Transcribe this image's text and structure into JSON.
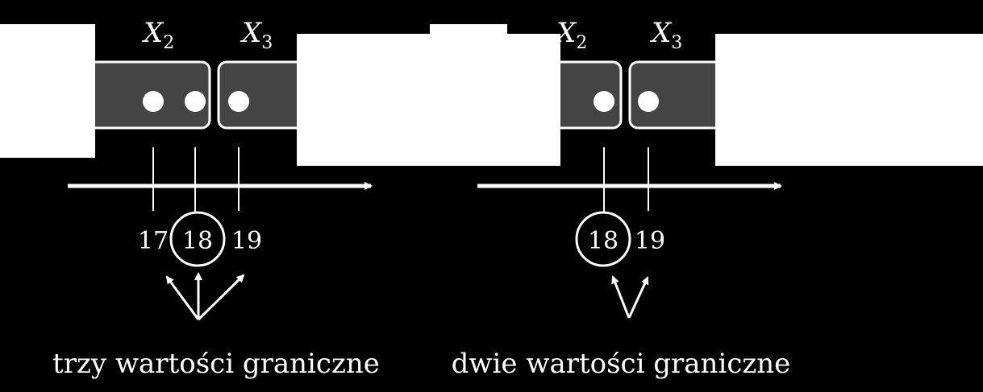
{
  "colors": {
    "background": "#000000",
    "panel": "#ffffff",
    "partition": "#444444",
    "stroke": "#ffffff",
    "dot": "#ffffff"
  },
  "left": {
    "partitions": [
      {
        "label_base": "X",
        "label_sub": "2",
        "dots": 2
      },
      {
        "label_base": "X",
        "label_sub": "3",
        "dots": 1
      }
    ],
    "ticks": [
      "17",
      "18",
      "19"
    ],
    "circled_value": "18",
    "caption": "trzy wartości graniczne"
  },
  "right": {
    "partitions": [
      {
        "label_base": "X",
        "label_sub": "2",
        "dots": 1
      },
      {
        "label_base": "X",
        "label_sub": "3",
        "dots": 1
      }
    ],
    "ticks": [
      "18",
      "19"
    ],
    "circled_value": "18",
    "caption": "dwie wartości graniczne"
  }
}
